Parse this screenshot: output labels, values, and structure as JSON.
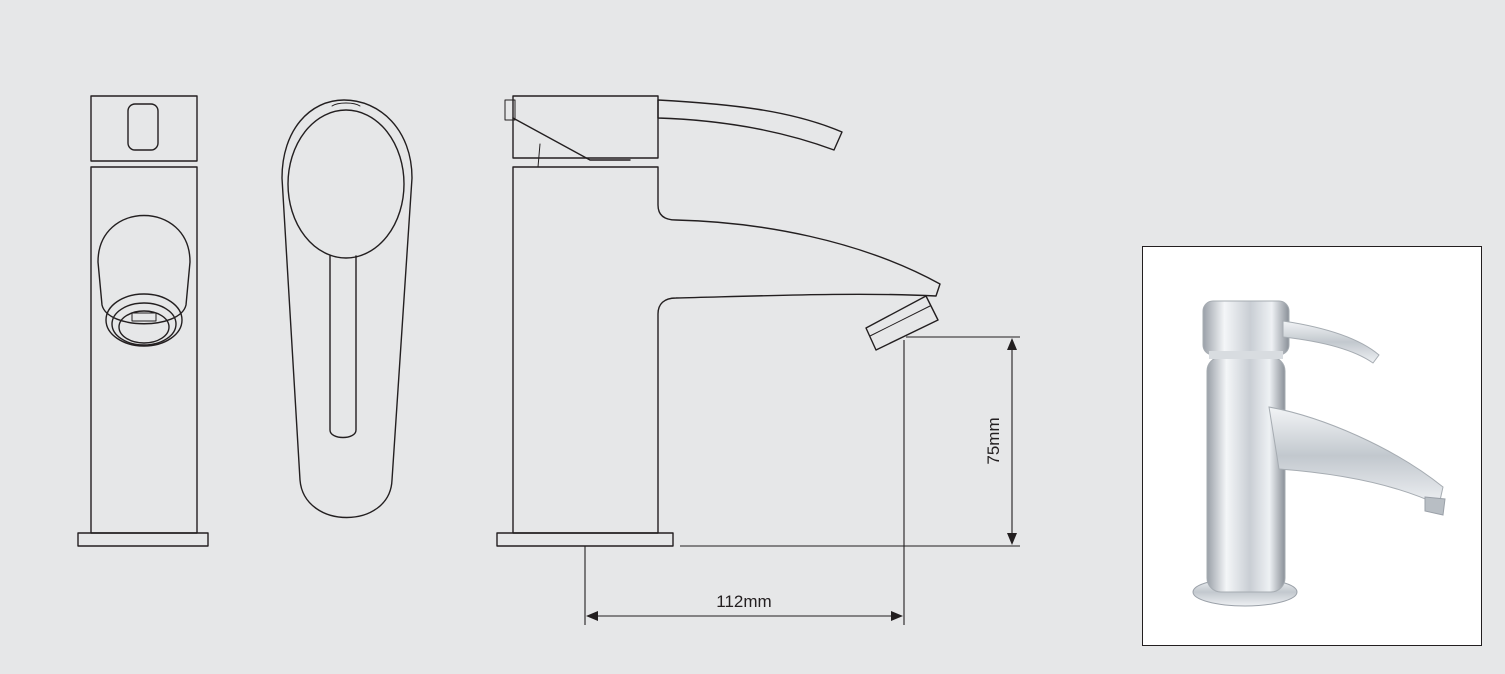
{
  "dimensions": {
    "height_label": "75mm",
    "width_label": "112mm"
  },
  "views": [
    "front-view",
    "back-view",
    "side-view",
    "product-photo"
  ],
  "colors": {
    "background": "#e6e7e8",
    "line": "#231f20",
    "photo_background": "#ffffff",
    "chrome_light": "#f2f4f6",
    "chrome_dark": "#8a9098"
  }
}
